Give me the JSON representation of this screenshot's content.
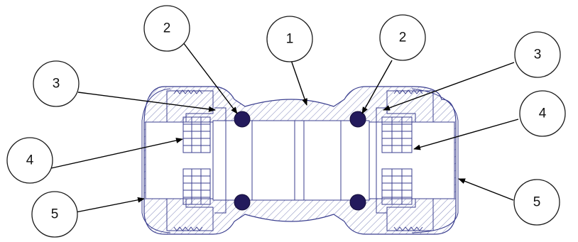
{
  "colors": {
    "outline": "#3b3f8f",
    "hatch": "#8a8fc0",
    "oring": "#231a5c",
    "leader": "#000000"
  },
  "callouts": {
    "c1": "1",
    "c2_left": "2",
    "c2_right": "2",
    "c3_left": "3",
    "c3_right": "3",
    "c4_left": "4",
    "c4_right": "4",
    "c5_left": "5",
    "c5_right": "5"
  }
}
